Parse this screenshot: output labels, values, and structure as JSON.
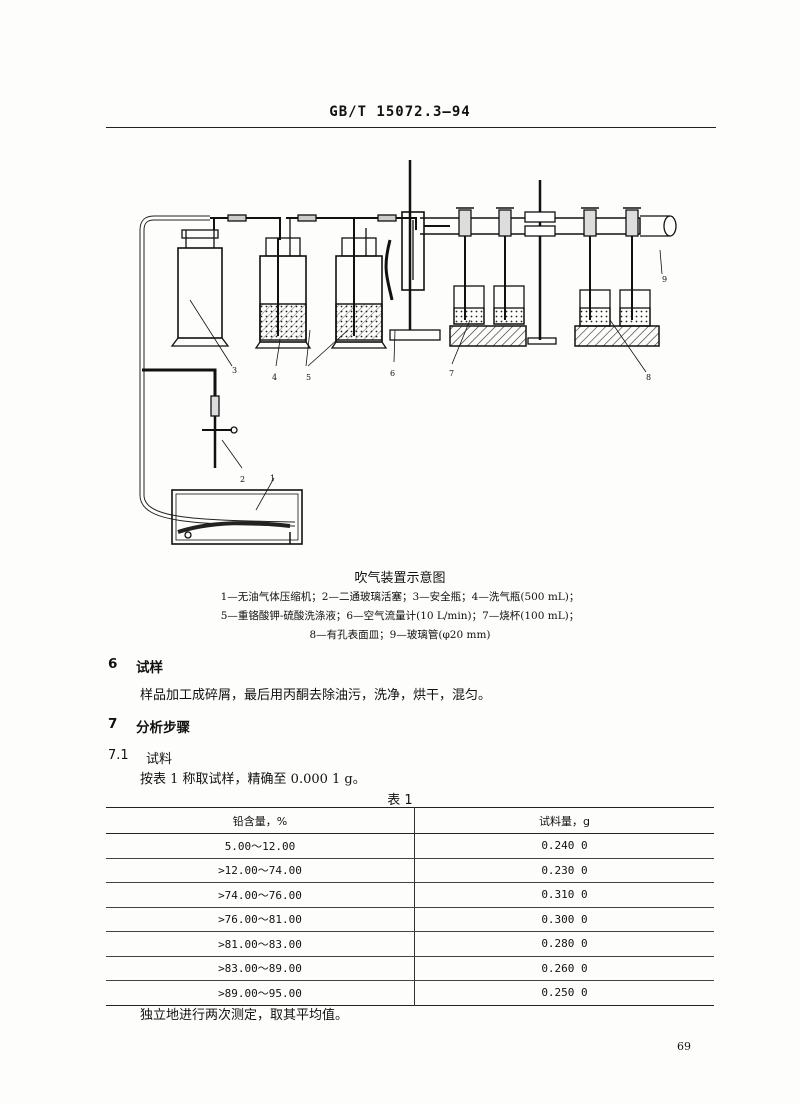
{
  "header": {
    "code": "GB/T 15072.3—94"
  },
  "figure": {
    "labels": [
      "1",
      "2",
      "3",
      "4",
      "5",
      "6",
      "7",
      "8",
      "9"
    ],
    "title": "吹气装置示意图",
    "legend_lines": [
      "1—无油气体压缩机；2—二通玻璃活塞；3—安全瓶；4—洗气瓶(500 mL)；",
      "5—重铬酸钾-硫酸洗涤液；6—空气流量计(10 L/min)；7—烧杯(100 mL)；",
      "8—有孔表面皿；9—玻璃管(φ20 mm)"
    ]
  },
  "section6": {
    "num": "6",
    "title": "试样",
    "body": "样品加工成碎屑，最后用丙酮去除油污，洗净，烘干，混匀。"
  },
  "section7": {
    "num": "7",
    "title": "分析步骤"
  },
  "section7_1": {
    "num": "7.1",
    "title": "试料",
    "body": "按表 1 称取试样，精确至 0.000 1 g。"
  },
  "table": {
    "caption": "表 1",
    "headers": [
      "铅含量，%",
      "试料量，g"
    ],
    "rows": [
      [
        "5.00～12.00",
        "0.240 0"
      ],
      [
        ">12.00～74.00",
        "0.230 0"
      ],
      [
        ">74.00～76.00",
        "0.310 0"
      ],
      [
        ">76.00～81.00",
        "0.300 0"
      ],
      [
        ">81.00～83.00",
        "0.280 0"
      ],
      [
        ">83.00～89.00",
        "0.260 0"
      ],
      [
        ">89.00～95.00",
        "0.250 0"
      ]
    ]
  },
  "after_table": "独立地进行两次测定，取其平均值。",
  "page_number": "69"
}
